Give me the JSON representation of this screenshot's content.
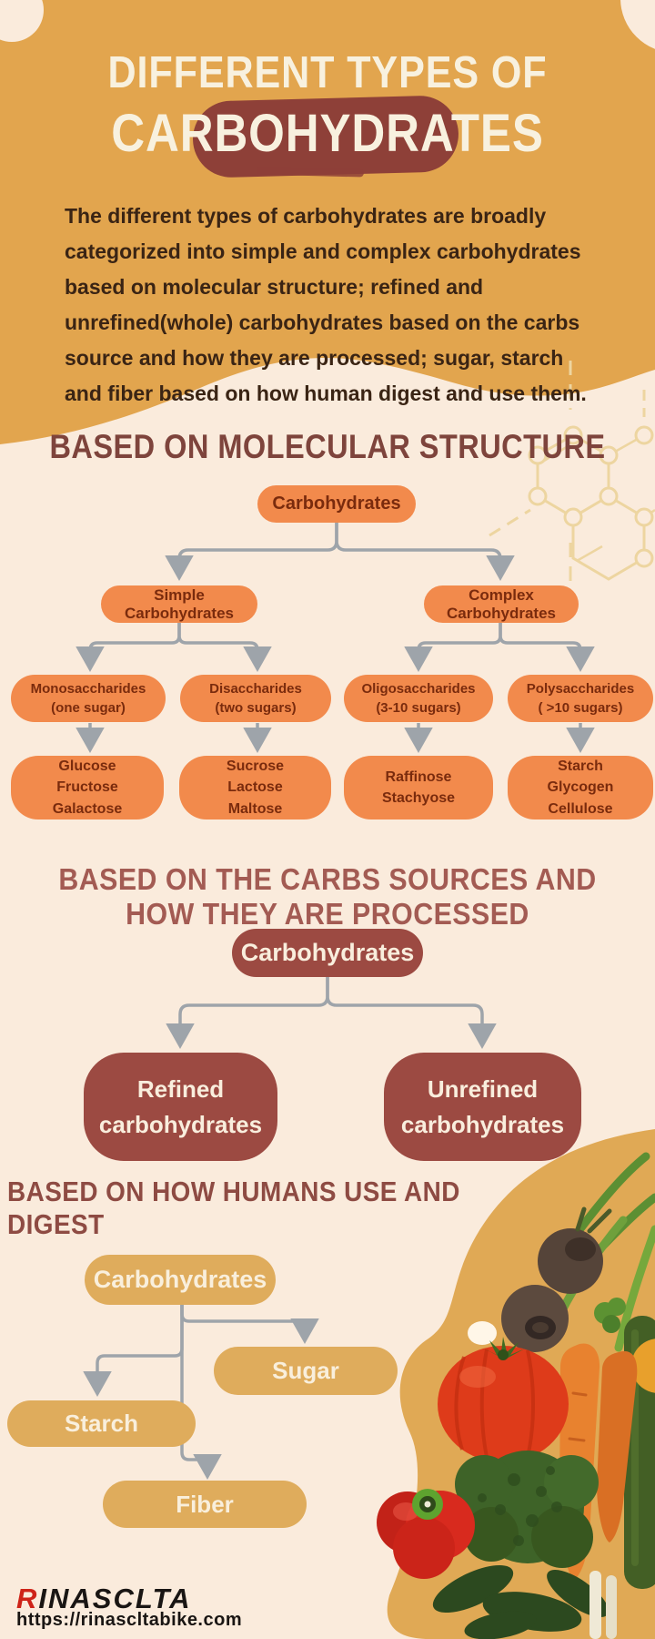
{
  "hero": {
    "title_line1": "DIFFERENT TYPES OF",
    "title_line2": "CARBOHYDRATES",
    "paragraph": "The different types of carbohydrates are broadly categorized into simple and complex carbohydrates based on molecular structure; refined and unrefined(whole) carbohydrates based on the carbs source and how they are processed; sugar, starch and fiber based on how human digest and use them."
  },
  "section1": {
    "heading": "BASED ON MOLECULAR STRUCTURE",
    "root": "Carbohydrates",
    "level2": [
      "Simple Carbohydrates",
      "Complex Carbohydrates"
    ],
    "level3": [
      "Monosaccharides\n(one sugar)",
      "Disaccharides\n(two sugars)",
      "Oligosaccharides\n(3-10 sugars)",
      "Polysaccharides\n( >10 sugars)"
    ],
    "level4": [
      "Glucose\nFructose\nGalactose",
      "Sucrose\nLactose\nMaltose",
      "Raffinose\nStachyose",
      "Starch\nGlycogen\nCellulose"
    ]
  },
  "section2": {
    "heading": "BASED ON THE CARBS SOURCES AND HOW THEY ARE PROCESSED",
    "root": "Carbohydrates",
    "children": [
      "Refined\ncarbohydrates",
      "Unrefined\ncarbohydrates"
    ]
  },
  "section3": {
    "heading": "BASED ON HOW HUMANS USE AND DIGEST",
    "root": "Carbohydrates",
    "children": [
      "Sugar",
      "Starch",
      "Fiber"
    ]
  },
  "footer": {
    "brand_initial": "R",
    "brand_rest": "INASCLTA",
    "url": "https://rinascltabike.com"
  },
  "colors": {
    "hero_orange": "#E2A54E",
    "cream": "#FAEBDC",
    "orange_node": "#F28A4C",
    "maroon_node": "#9C4A42",
    "tan_node": "#DFAC5C",
    "connector_gray": "#9EA4AA",
    "heading_maroon": "#8E4B43",
    "brand_red": "#CE2318"
  },
  "icons": {
    "molecule": "hexagon-molecule-icon",
    "vegetables": [
      "beet",
      "beet",
      "green-onion",
      "carrot",
      "carrot",
      "zucchini",
      "tomato",
      "broccoli",
      "red-bell-pepper",
      "leaves"
    ]
  }
}
